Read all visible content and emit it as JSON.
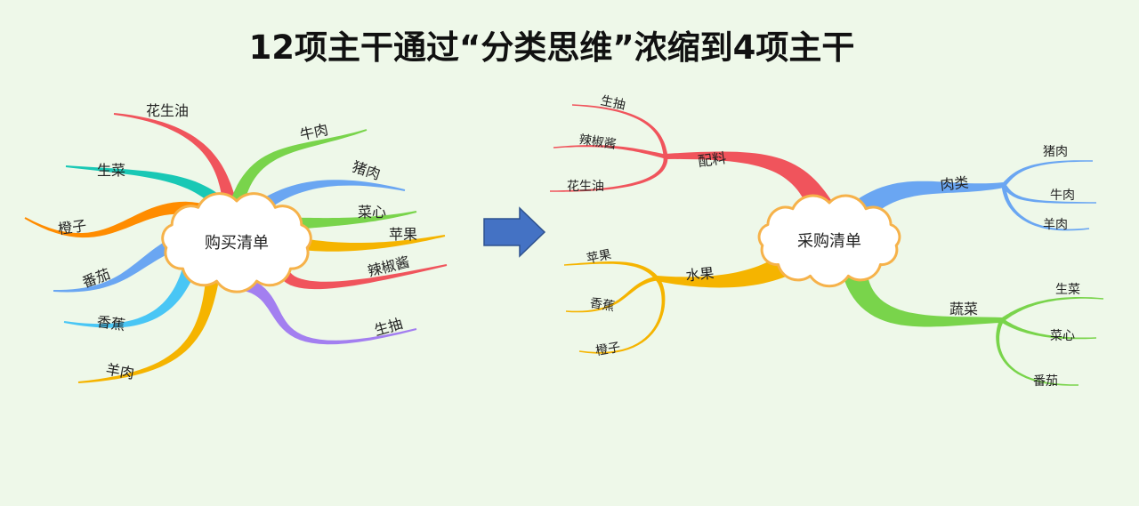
{
  "title": "12项主干通过“分类思维”浓缩到4项主干",
  "colors": {
    "background": "#eef8e9",
    "red": "#f0545c",
    "green": "#79d44b",
    "teal": "#19c8b5",
    "orange": "#ff8c00",
    "blue": "#6aa6f2",
    "yellow": "#f5b400",
    "sky": "#49c6f5",
    "purple": "#a37ff0",
    "cloud_fill": "#ffffff",
    "cloud_stroke": "#f6b24a",
    "arrow": "#4472c4",
    "arrow_stroke": "#2f528f"
  },
  "left_map": {
    "center": "购买清单",
    "branches": [
      {
        "label": "花生油",
        "color": "red"
      },
      {
        "label": "生菜",
        "color": "teal"
      },
      {
        "label": "橙子",
        "color": "orange"
      },
      {
        "label": "番茄",
        "color": "blue"
      },
      {
        "label": "香蕉",
        "color": "sky"
      },
      {
        "label": "羊肉",
        "color": "yellow"
      },
      {
        "label": "牛肉",
        "color": "green"
      },
      {
        "label": "猪肉",
        "color": "blue"
      },
      {
        "label": "菜心",
        "color": "green"
      },
      {
        "label": "苹果",
        "color": "yellow"
      },
      {
        "label": "辣椒酱",
        "color": "red"
      },
      {
        "label": "生抽",
        "color": "purple"
      }
    ]
  },
  "arrow_icon": "right-arrow-icon",
  "right_map": {
    "center": "采购清单",
    "groups": [
      {
        "label": "配料",
        "color": "red",
        "items": [
          "生抽",
          "辣椒酱",
          "花生油"
        ]
      },
      {
        "label": "水果",
        "color": "yellow",
        "items": [
          "苹果",
          "香蕉",
          "橙子"
        ]
      },
      {
        "label": "肉类",
        "color": "blue",
        "items": [
          "猪肉",
          "牛肉",
          "羊肉"
        ]
      },
      {
        "label": "蔬菜",
        "color": "green",
        "items": [
          "生菜",
          "菜心",
          "番茄"
        ]
      }
    ]
  }
}
